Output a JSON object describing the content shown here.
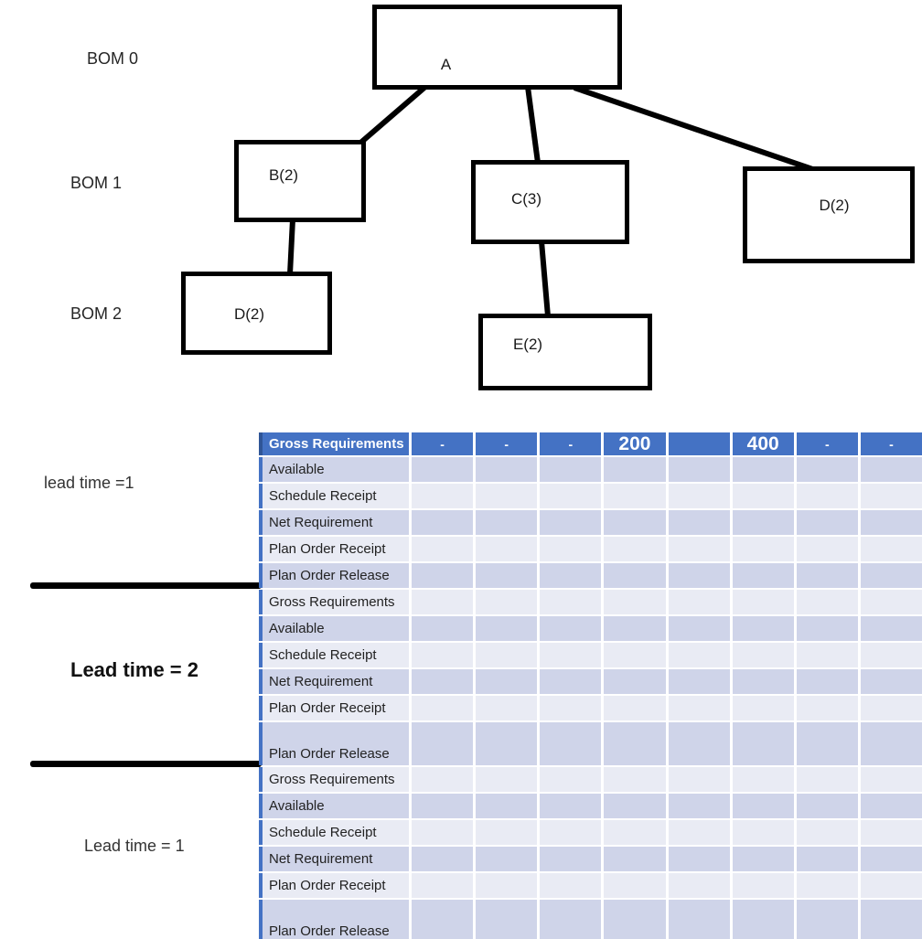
{
  "diagram": {
    "levels": [
      {
        "label": "BOM 0"
      },
      {
        "label": "BOM 1"
      },
      {
        "label": "BOM 2"
      }
    ],
    "nodes": [
      {
        "label": "A"
      },
      {
        "label": "B(2)"
      },
      {
        "label": "C(3)"
      },
      {
        "label": "D(2)"
      },
      {
        "label": "D(2)"
      },
      {
        "label": "E(2)"
      }
    ],
    "edges": [
      [
        "A",
        "B(2)"
      ],
      [
        "A",
        "C(3)"
      ],
      [
        "A",
        "D(2) level 1"
      ],
      [
        "B(2)",
        "D(2) level 2"
      ],
      [
        "C(3)",
        "E(2)"
      ]
    ]
  },
  "annotations": {
    "lead1": "lead time =1",
    "lead2": "Lead time = 2",
    "lead3": "Lead time = 1"
  },
  "colors": {
    "header_blue": "#4472C4",
    "row_dark": "#CFD4E9",
    "row_light": "#E9EBF4",
    "accent_bar": "#4472C4",
    "separator_line": "#000000"
  },
  "table": {
    "header": {
      "label": "Gross Requirements",
      "values": [
        "-",
        "-",
        "-",
        "200",
        "",
        "400",
        "-",
        "-"
      ]
    },
    "rows": [
      "Available",
      "Schedule Receipt",
      "Net Requirement",
      "Plan Order Receipt",
      "Plan Order Release",
      "Gross Requirements",
      "Available",
      "Schedule Receipt",
      "Net Requirement",
      "Plan Order Receipt",
      "Plan Order Release",
      "Gross Requirements",
      "Available",
      "Schedule Receipt",
      "Net Requirement",
      "Plan Order Receipt",
      "Plan Order Release"
    ]
  }
}
